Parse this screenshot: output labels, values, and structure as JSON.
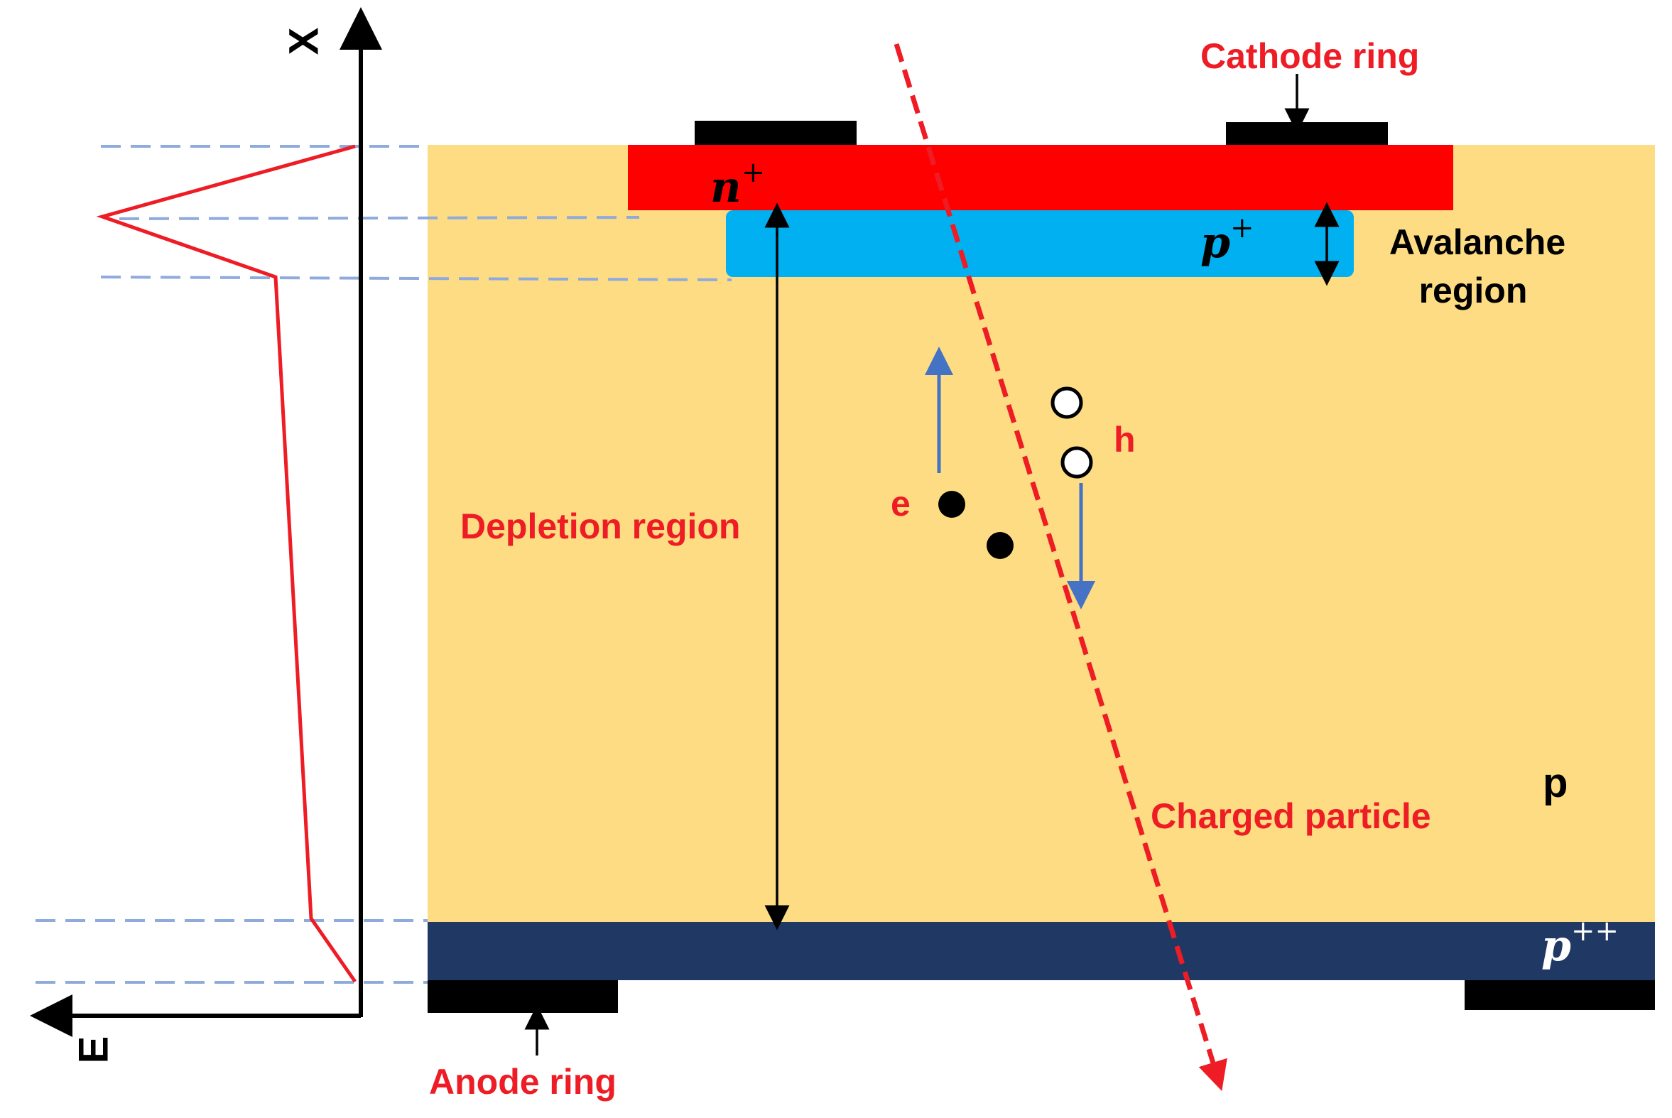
{
  "labels": {
    "x_axis": "X",
    "e_axis": "E",
    "cathode_ring": "Cathode ring",
    "anode_ring": "Anode ring",
    "n_plus": "n",
    "n_plus_sup": "+",
    "p_plus": "p",
    "p_plus_sup": "+",
    "p_plus_plus": "p",
    "p_plus_plus_sup": "++",
    "avalanche_line1": "Avalanche",
    "avalanche_line2": "region",
    "depletion_region": "Depletion region",
    "bulk_p": "p",
    "charged_particle": "Charged particle",
    "electron": "e",
    "hole": "h"
  },
  "colors": {
    "bulk": "#fddc83",
    "n_plus_layer": "#ff0000",
    "p_plus_layer": "#00b0f0",
    "p_plus_plus_layer": "#203864",
    "contacts": "#000000",
    "field_profile": "#ee1c24",
    "guide_lines": "#8faadc",
    "particle_track": "#ee1c24",
    "carrier_arrows": "#4472c4",
    "label_red": "#ee1c24"
  },
  "icons": {
    "electron": "filled-circle",
    "hole": "hollow-circle"
  }
}
